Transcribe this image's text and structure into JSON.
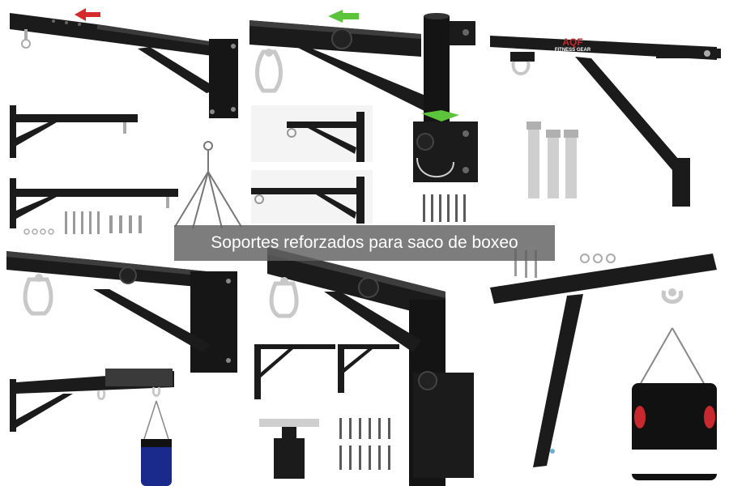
{
  "caption": "Soportes reforzados para saco de boxeo",
  "brand_logo": {
    "name": "AQF",
    "tagline": "FITNESS GEAR"
  },
  "colors": {
    "steel": "#1b1b1b",
    "steel_highlight": "#3a3a3a",
    "chrome": "#c8c8c8",
    "arrow_red": "#d62b2b",
    "arrow_green": "#5cc43a",
    "bag_blue": "#1a2a8c",
    "bag_red": "#c8282e",
    "caption_bg": "#606060"
  },
  "icons": [
    "left-arrow-icon",
    "rotate-arrow-icon",
    "shackle-icon",
    "chain-icon",
    "bolt-icon",
    "knob-icon"
  ]
}
